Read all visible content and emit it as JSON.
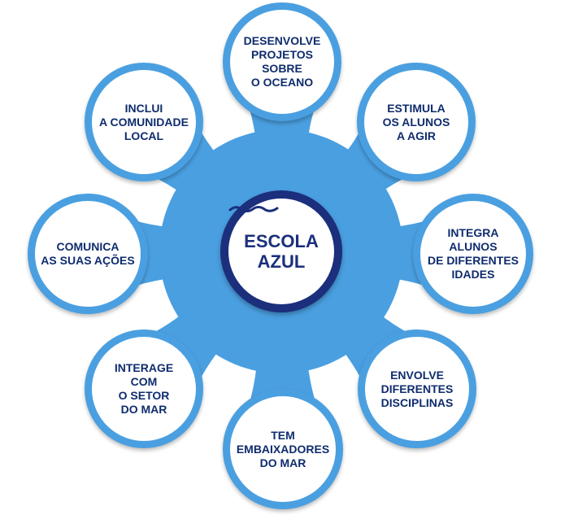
{
  "colors": {
    "arm": "#4a9fe0",
    "node_border": "#4a9fe0",
    "center_border": "#1b2f7c",
    "text": "#0f2c6e",
    "center_text": "#1b2f7c"
  },
  "center": {
    "title": "ESCOLA\nAZUL",
    "wave_icon": "wave-icon"
  },
  "nodes": [
    {
      "id": "desenvolve",
      "label": "DESENVOLVE\nPROJETOS\nSOBRE\nO OCEANO"
    },
    {
      "id": "estimula",
      "label": "ESTIMULA\nOS ALUNOS\nA AGIR"
    },
    {
      "id": "integra",
      "label": "INTEGRA\nALUNOS\nDE DIFERENTES\nIDADES"
    },
    {
      "id": "envolve",
      "label": "ENVOLVE\nDIFERENTES\nDISCIPLINAS"
    },
    {
      "id": "embaixadores",
      "label": "TEM\nEMBAIXADORES\nDO MAR"
    },
    {
      "id": "interage",
      "label": "INTERAGE\nCOM\nO SETOR\nDO MAR"
    },
    {
      "id": "comunica",
      "label": "COMUNICA\nAS SUAS AÇÕES"
    },
    {
      "id": "inclui",
      "label": "INCLUI\nA COMUNIDADE\nLOCAL"
    }
  ]
}
